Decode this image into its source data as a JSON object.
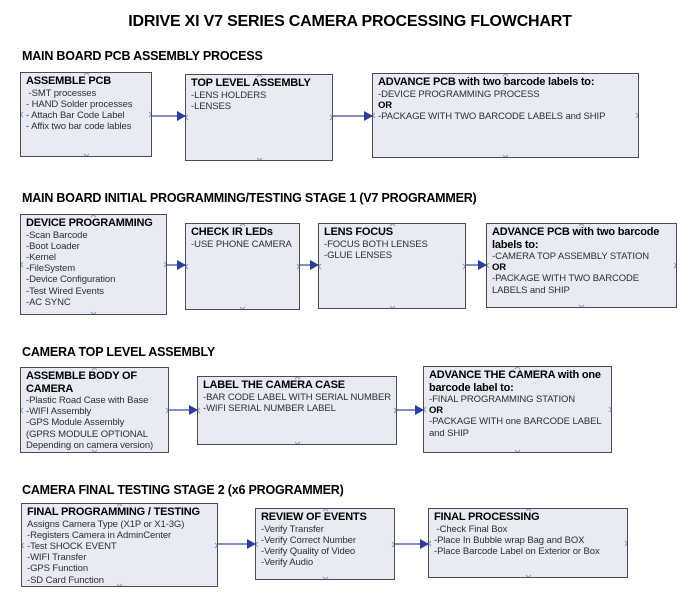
{
  "title": "IDRIVE XI V7 SERIES CAMERA PROCESSING FLOWCHART",
  "colors": {
    "background": "#ffffff",
    "box_fill": "#e8ebf4",
    "box_border": "#4a4c55",
    "arrow_line": "#8090c4",
    "arrow_head": "#2b3d9e",
    "connector_mark": "#8f93b4",
    "text": "#000000"
  },
  "sections": [
    {
      "header": "MAIN BOARD PCB ASSEMBLY PROCESS",
      "boxes": [
        {
          "title": "ASSEMBLE PCB",
          "lines": [
            " -SMT processes",
            "- HAND Solder processes",
            "- Attach Bar Code Label",
            "- Affix two bar code lables"
          ]
        },
        {
          "title": "TOP LEVEL ASSEMBLY",
          "lines": [
            "-LENS HOLDERS",
            "-LENSES"
          ]
        },
        {
          "title": "ADVANCE PCB with two barcode labels to:",
          "lines": [
            "-DEVICE PROGRAMMING PROCESS",
            "OR",
            "-PACKAGE WITH TWO BARCODE LABELS and SHIP"
          ]
        }
      ]
    },
    {
      "header": "MAIN BOARD INITIAL PROGRAMMING/TESTING STAGE 1 (V7 PROGRAMMER)",
      "boxes": [
        {
          "title": "DEVICE PROGRAMMING",
          "lines": [
            "-Scan Barcode",
            "-Boot Loader",
            "-Kernel",
            "-FileSystem",
            "-Device Configuration",
            "-Test Wired Events",
            "-AC SYNC"
          ]
        },
        {
          "title": "CHECK IR LEDs",
          "lines": [
            "-USE PHONE CAMERA"
          ]
        },
        {
          "title": "LENS FOCUS",
          "lines": [
            "-FOCUS BOTH LENSES",
            "-GLUE LENSES"
          ]
        },
        {
          "title": "ADVANCE PCB with two barcode labels to:",
          "lines": [
            "-CAMERA TOP ASSEMBLY STATION",
            "OR",
            "-PACKAGE WITH TWO BARCODE LABELS and SHIP"
          ]
        }
      ]
    },
    {
      "header": "CAMERA TOP LEVEL ASSEMBLY",
      "boxes": [
        {
          "title": "ASSEMBLE BODY OF CAMERA",
          "lines": [
            "-Plastic Road Case with Base",
            "-WIFI Assembly",
            "-GPS Module Assembly",
            "(GPRS MODULE OPTIONAL",
            "Depending on camera version)"
          ]
        },
        {
          "title": "LABEL THE CAMERA CASE",
          "lines": [
            "-BAR CODE LABEL WITH SERIAL NUMBER",
            "-WIFI SERIAL NUMBER LABEL"
          ]
        },
        {
          "title": "ADVANCE THE CAMERA with one barcode label to:",
          "lines": [
            "-FINAL PROGRAMMING STATION",
            "OR",
            "-PACKAGE WITH one BARCODE LABEL and SHIP"
          ]
        }
      ]
    },
    {
      "header": "CAMERA FINAL TESTING STAGE 2 (x6 PROGRAMMER)",
      "boxes": [
        {
          "title": "FINAL PROGRAMMING / TESTING",
          "lines": [
            "Assigns Camera Type (X1P or X1-3G)",
            "-Registers Camera in AdminCenter",
            "-Test SHOCK EVENT",
            "-WIFI Transfer",
            "-GPS Function",
            "-SD Card Function"
          ]
        },
        {
          "title": "REVIEW OF EVENTS",
          "lines": [
            "-Verify Transfer",
            "-Verify Correct Number",
            "-Verify Quality of Video",
            "-Verify Audio"
          ]
        },
        {
          "title": "FINAL PROCESSING",
          "lines": [
            " -Check Final Box",
            "-Place In Bubble wrap Bag and BOX",
            "-Place Barcode Label on Exterior or Box"
          ]
        }
      ]
    }
  ]
}
